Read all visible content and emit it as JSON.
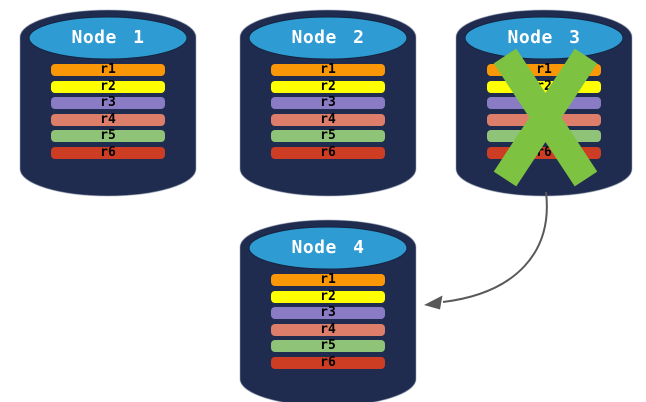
{
  "diagram": {
    "background": "#FFFFFF",
    "nodes": [
      {
        "title": "Node 1",
        "failed": false,
        "records": [
          "r1",
          "r2",
          "r3",
          "r4",
          "r5",
          "r6"
        ]
      },
      {
        "title": "Node 2",
        "failed": false,
        "records": [
          "r1",
          "r2",
          "r3",
          "r4",
          "r5",
          "r6"
        ]
      },
      {
        "title": "Node 3",
        "failed": true,
        "records": [
          "r1",
          "r2",
          "r3",
          "r4",
          "r5",
          "r6"
        ]
      },
      {
        "title": "Node 4",
        "failed": false,
        "records": [
          "r1",
          "r2",
          "r3",
          "r4",
          "r5",
          "r6"
        ]
      }
    ],
    "record_colors": {
      "r1": "#FA9706",
      "r2": "#FFFF00",
      "r3": "#8A7CC4",
      "r4": "#DD7E6B",
      "r5": "#8FC377",
      "r6": "#CC3D24"
    },
    "colors": {
      "cylinder_body": "#1F2C4F",
      "cylinder_edge": "#9AA4B5",
      "cylinder_top": "#2E9BD3",
      "failure_x": "#7EC242",
      "arrow": "#595959",
      "title_text": "#FFFFFF",
      "record_text": "#000000"
    },
    "arrow": {
      "from": "Node 3",
      "to": "Node 4"
    }
  }
}
